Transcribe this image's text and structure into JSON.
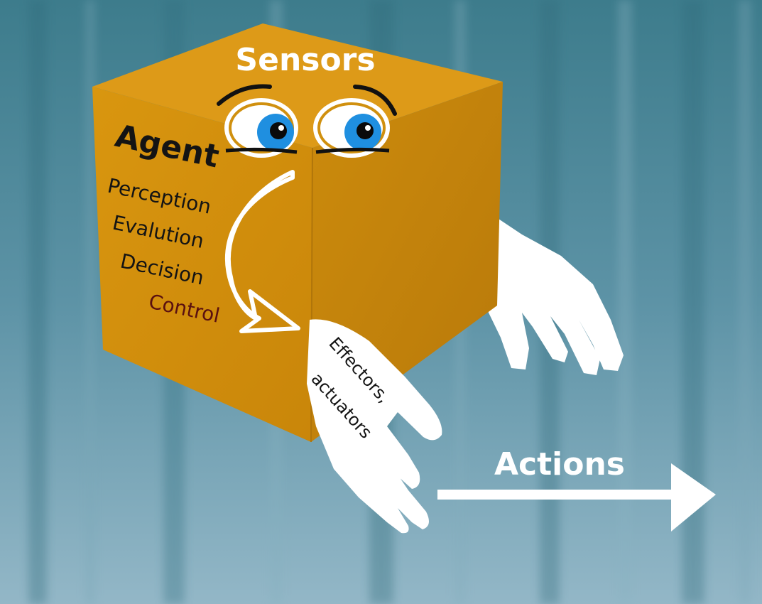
{
  "diagram": {
    "sensors_label": "Sensors",
    "agent_title": "Agent",
    "agent_steps": [
      "Perception",
      "Evalution",
      "Decision",
      "Control"
    ],
    "effectors_line1": "Effectors,",
    "effectors_line2": "actuators",
    "actions_label": "Actions"
  },
  "colors": {
    "background_top": "#3f7e8d",
    "background_bottom": "#8fb4c4",
    "box_left_face": "#d3900f",
    "box_right_face": "#c8880c",
    "box_top_face": "#dd9a18",
    "iris": "#1f8fe0",
    "control_text": "#5a1010",
    "hand": "#ffffff",
    "arrow": "#ffffff"
  }
}
